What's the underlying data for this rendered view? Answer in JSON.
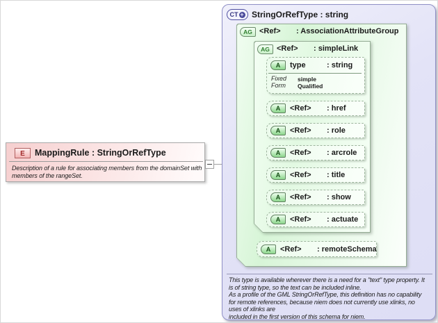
{
  "element_box": {
    "badge": "E",
    "title": "MappingRule : StringOrRefType",
    "description_lines": [
      "Description of a rule for associating members from the domainSet with",
      "members of the rangeSet."
    ]
  },
  "collapse_toggle": {
    "state": "collapsed-minus"
  },
  "complex_type_box": {
    "badge": "CT",
    "expand_icon": "+",
    "title": "StringOrRefType : string",
    "association_attribute_group": {
      "badge": "AG",
      "name": "<Ref>",
      "type_suffix": ": AssociationAttributeGroup"
    },
    "simple_link": {
      "badge": "AG",
      "name": "<Ref>",
      "type_suffix": ": simpleLink"
    },
    "attributes": [
      {
        "badge": "A",
        "name": "type",
        "type_suffix": ": string",
        "facets": [
          {
            "label": "Fixed",
            "value": "simple"
          },
          {
            "label": "Form",
            "value": "Qualified"
          }
        ]
      },
      {
        "badge": "A",
        "name": "<Ref>",
        "type_suffix": ": href"
      },
      {
        "badge": "A",
        "name": "<Ref>",
        "type_suffix": ": role"
      },
      {
        "badge": "A",
        "name": "<Ref>",
        "type_suffix": ": arcrole"
      },
      {
        "badge": "A",
        "name": "<Ref>",
        "type_suffix": ": title"
      },
      {
        "badge": "A",
        "name": "<Ref>",
        "type_suffix": ": show"
      },
      {
        "badge": "A",
        "name": "<Ref>",
        "type_suffix": ": actuate"
      }
    ],
    "remote_schema": {
      "badge": "A",
      "name": "<Ref>",
      "type_suffix": ": remoteSchema"
    },
    "documentation_lines": [
      "This type is available wherever there is a need for a \"text\" type property. It",
      "is of string type, so the text can be included inline.",
      "As a profile of the GML StringOrRefType, this definition has no capability",
      "for remote references, because niem does not currently use xlinks, no",
      "uses of xlinks are",
      "included in the first version of this schema for niem."
    ]
  },
  "colors": {
    "element_fill": "#f6cfcf",
    "element_badge_border": "#b06060",
    "complex_type_fill": "#e3e3f7",
    "complex_type_border": "#8f8fc6",
    "group_fill": "#d7f5d7",
    "group_border": "#95ad95",
    "attribute_badge_fill": "#8dd78d",
    "connector_line": "#a0a0a0"
  }
}
